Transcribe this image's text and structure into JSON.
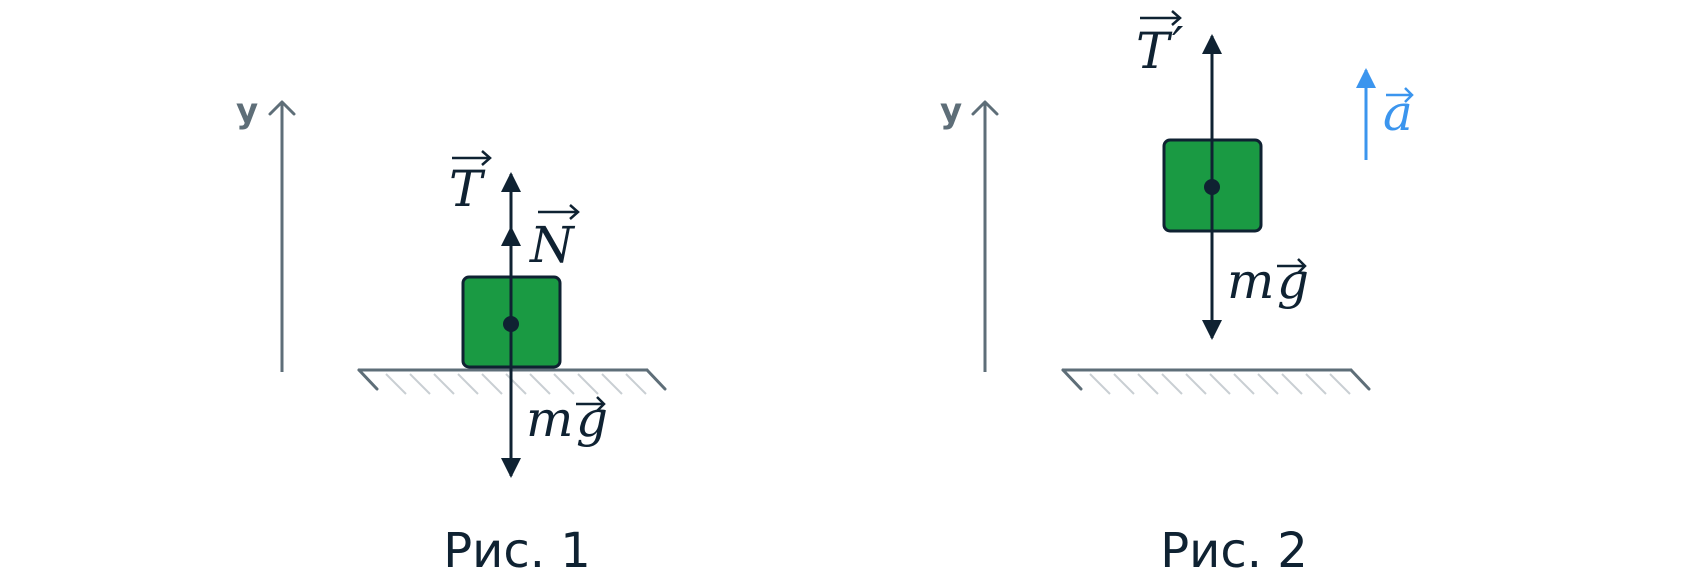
{
  "figures": [
    {
      "caption": "Рис. 1",
      "axis_label": "y",
      "vectors": {
        "tension": "T",
        "normal": "N",
        "weight_m": "m",
        "weight_g": "g"
      }
    },
    {
      "caption": "Рис. 2",
      "axis_label": "y",
      "vectors": {
        "tension": "T",
        "tension_prime": "′",
        "weight_m": "m",
        "weight_g": "g",
        "acceleration": "a"
      }
    }
  ],
  "colors": {
    "block_fill": "#1a9a43",
    "block_stroke": "#0f2232",
    "force_arrow": "#0f2232",
    "axis": "#5e6e78",
    "acceleration": "#3b95ee",
    "surface": "#5e6e78",
    "hatch": "#c9cfd3"
  }
}
